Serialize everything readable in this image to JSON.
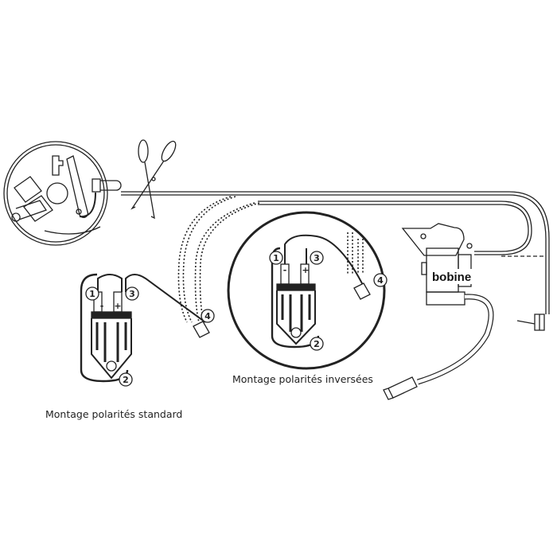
{
  "captions": {
    "standard": "Montage polarités standard",
    "inverse": "Montage polarités inversées"
  },
  "coil_label": "bobine",
  "standard_module": {
    "n1": "1",
    "n2": "2",
    "n3": "3",
    "n4": "4",
    "minus": "-",
    "plus": "+"
  },
  "inverse_module": {
    "n1": "1",
    "n2": "2",
    "n3": "3",
    "n4": "4",
    "minus": "-",
    "plus": "+"
  },
  "colors": {
    "line": "#222222",
    "background": "#ffffff"
  }
}
